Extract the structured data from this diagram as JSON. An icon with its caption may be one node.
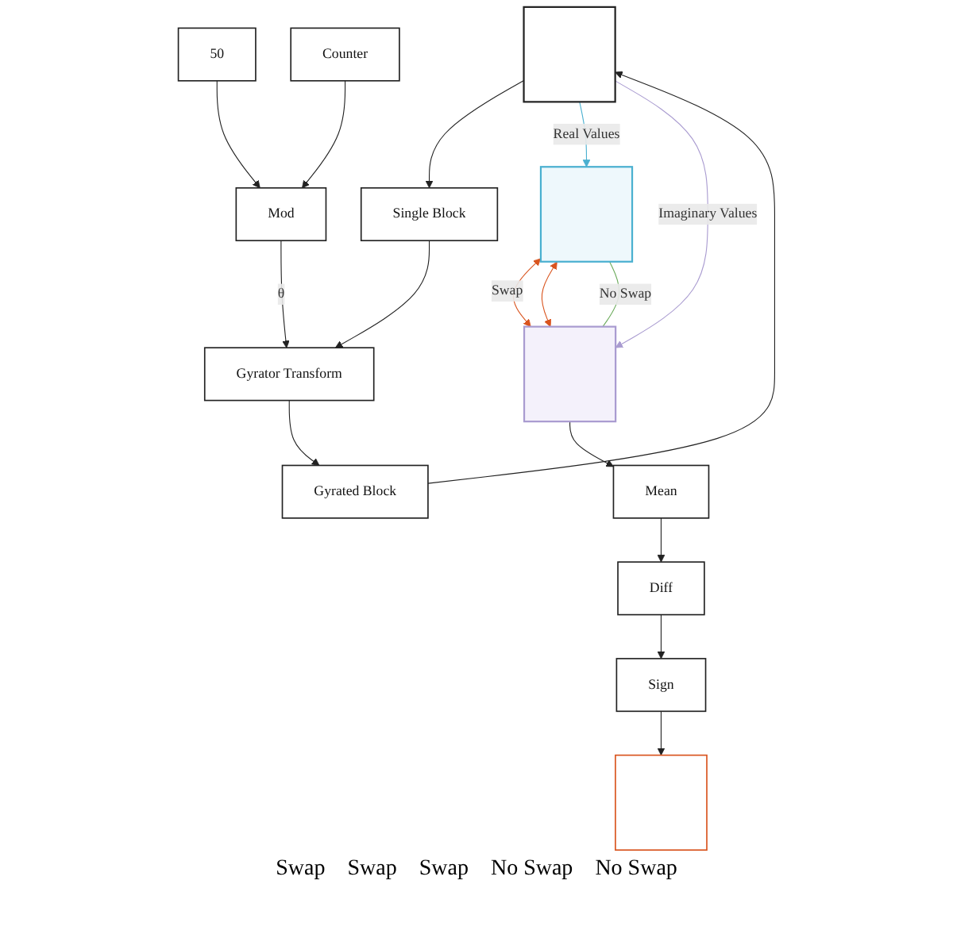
{
  "diagram": {
    "nodes": [
      {
        "text": [],
        "shape": "box"
      },
      {
        "text": [],
        "shape": "box"
      },
      {
        "text": [],
        "shape": "box"
      },
      {
        "text": [
          "Single Block"
        ]
      },
      {
        "text": [
          "Gyrator Transform"
        ]
      },
      {
        "text": [
          "Gyrated Block"
        ]
      },
      {
        "text": [
          "50"
        ]
      },
      {
        "text": [
          "Mod"
        ]
      },
      {
        "text": [
          "Counter"
        ]
      },
      {
        "text": [
          "Mean"
        ]
      },
      {
        "text": [
          "Diff"
        ]
      },
      {
        "text": [
          "Sign"
        ]
      },
      {
        "text": [],
        "shape": "box"
      }
    ],
    "edges": [
      {
        "from": 0,
        "to": 3,
        "arrow": "to"
      },
      {
        "from": 3,
        "to": 4,
        "arrow": "to"
      },
      {
        "from": 4,
        "to": 5,
        "arrow": "to"
      },
      {
        "from": 5,
        "to": 0,
        "arrow": "to"
      },
      {
        "from": 6,
        "to": 7,
        "arrow": "to"
      },
      {
        "from": 8,
        "to": 7,
        "arrow": "to"
      },
      {
        "from": 7,
        "to": 4,
        "arrow": "to",
        "label": "θ"
      },
      {
        "from": 0,
        "to": 1,
        "arrow": "to",
        "label": "Real Values",
        "color": "#4ab0d0"
      },
      {
        "from": 0,
        "to": 2,
        "arrow": "to",
        "label": "Imaginary Values",
        "color": "#a99bd0"
      },
      {
        "from": 1,
        "to": 2,
        "arrow": "both",
        "label": "Swap",
        "color": "#d9541e"
      },
      {
        "from": 1,
        "to": 2,
        "arrow": "both",
        "color": "#d9541e"
      },
      {
        "from": 1,
        "to": 2,
        "arrow": "none",
        "label": "No Swap",
        "color": "#6aaa5a"
      },
      {
        "from": 2,
        "to": 9,
        "arrow": "to"
      },
      {
        "from": 9,
        "to": 10,
        "arrow": "to"
      },
      {
        "from": 10,
        "to": 11,
        "arrow": "to"
      },
      {
        "from": 11,
        "to": 12,
        "arrow": "to"
      }
    ],
    "labels": [
      "Swap",
      "Swap",
      "Swap",
      "No Swap",
      "No Swap"
    ]
  }
}
